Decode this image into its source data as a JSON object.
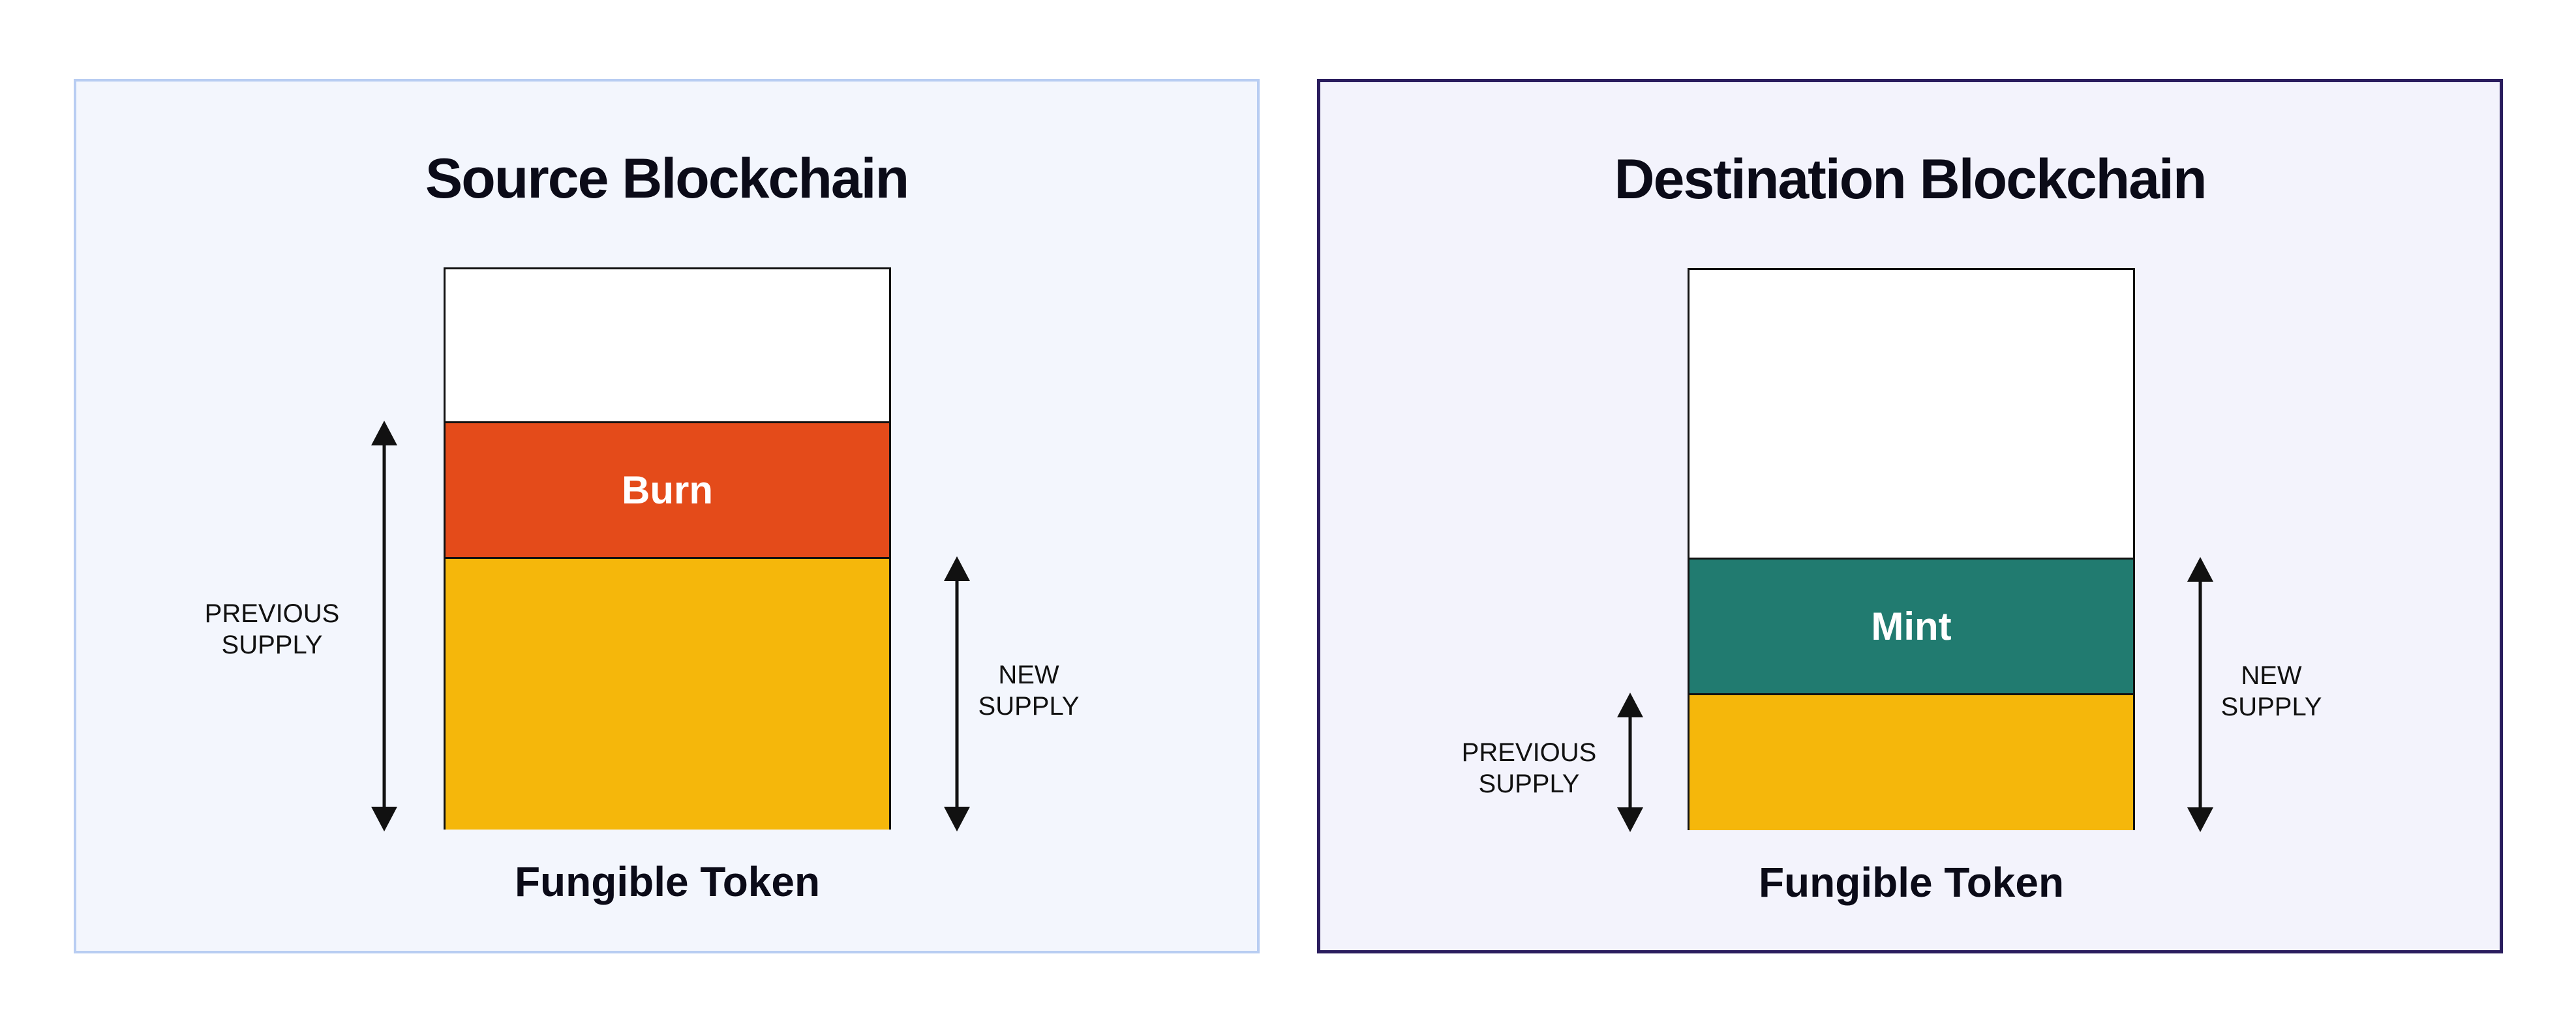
{
  "source": {
    "title": "Source Blockchain",
    "segment_label": "Burn",
    "token_label": "Fungible Token",
    "previous_supply_label": "PREVIOUS\nSUPPLY",
    "new_supply_label": "NEW\nSUPPLY"
  },
  "destination": {
    "title": "Destination Blockchain",
    "segment_label": "Mint",
    "token_label": "Fungible Token",
    "previous_supply_label": "PREVIOUS\nSUPPLY",
    "new_supply_label": "NEW\nSUPPLY"
  },
  "colors": {
    "burn": "#e44b1a",
    "mint": "#217b70",
    "supply": "#f5b70b",
    "source_panel_bg": "#f3f6fd",
    "source_panel_border": "#b8cdf2",
    "dest_panel_bg": "#f3f3fc",
    "dest_panel_border": "#2a1d5e"
  }
}
